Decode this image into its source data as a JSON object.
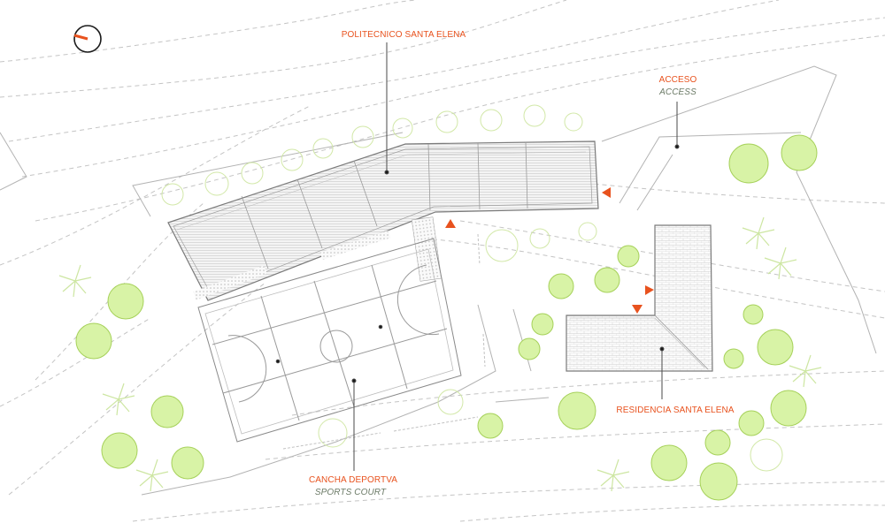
{
  "labels": {
    "school": "POLITECNICO SANTA ELENA",
    "access": "ACCESO",
    "access_en": "ACCESS",
    "residence": "RESIDENCIA SANTA ELENA",
    "court": "CANCHA DEPORTVA",
    "court_en": "SPORTS COURT"
  },
  "colors": {
    "accent": "#e8521e",
    "subtitle": "#6b7a66",
    "tree_fill": "#d8f3a6",
    "tree_stroke": "#a6d15a",
    "line": "#9a9a9a",
    "dashed": "#c4c4c4"
  },
  "icons": {
    "north_arrow": "north-arrow-icon",
    "entrance_markers": "triangle-marker-icon",
    "trees": "tree-canopy-icon",
    "palms": "palm-tree-icon"
  }
}
